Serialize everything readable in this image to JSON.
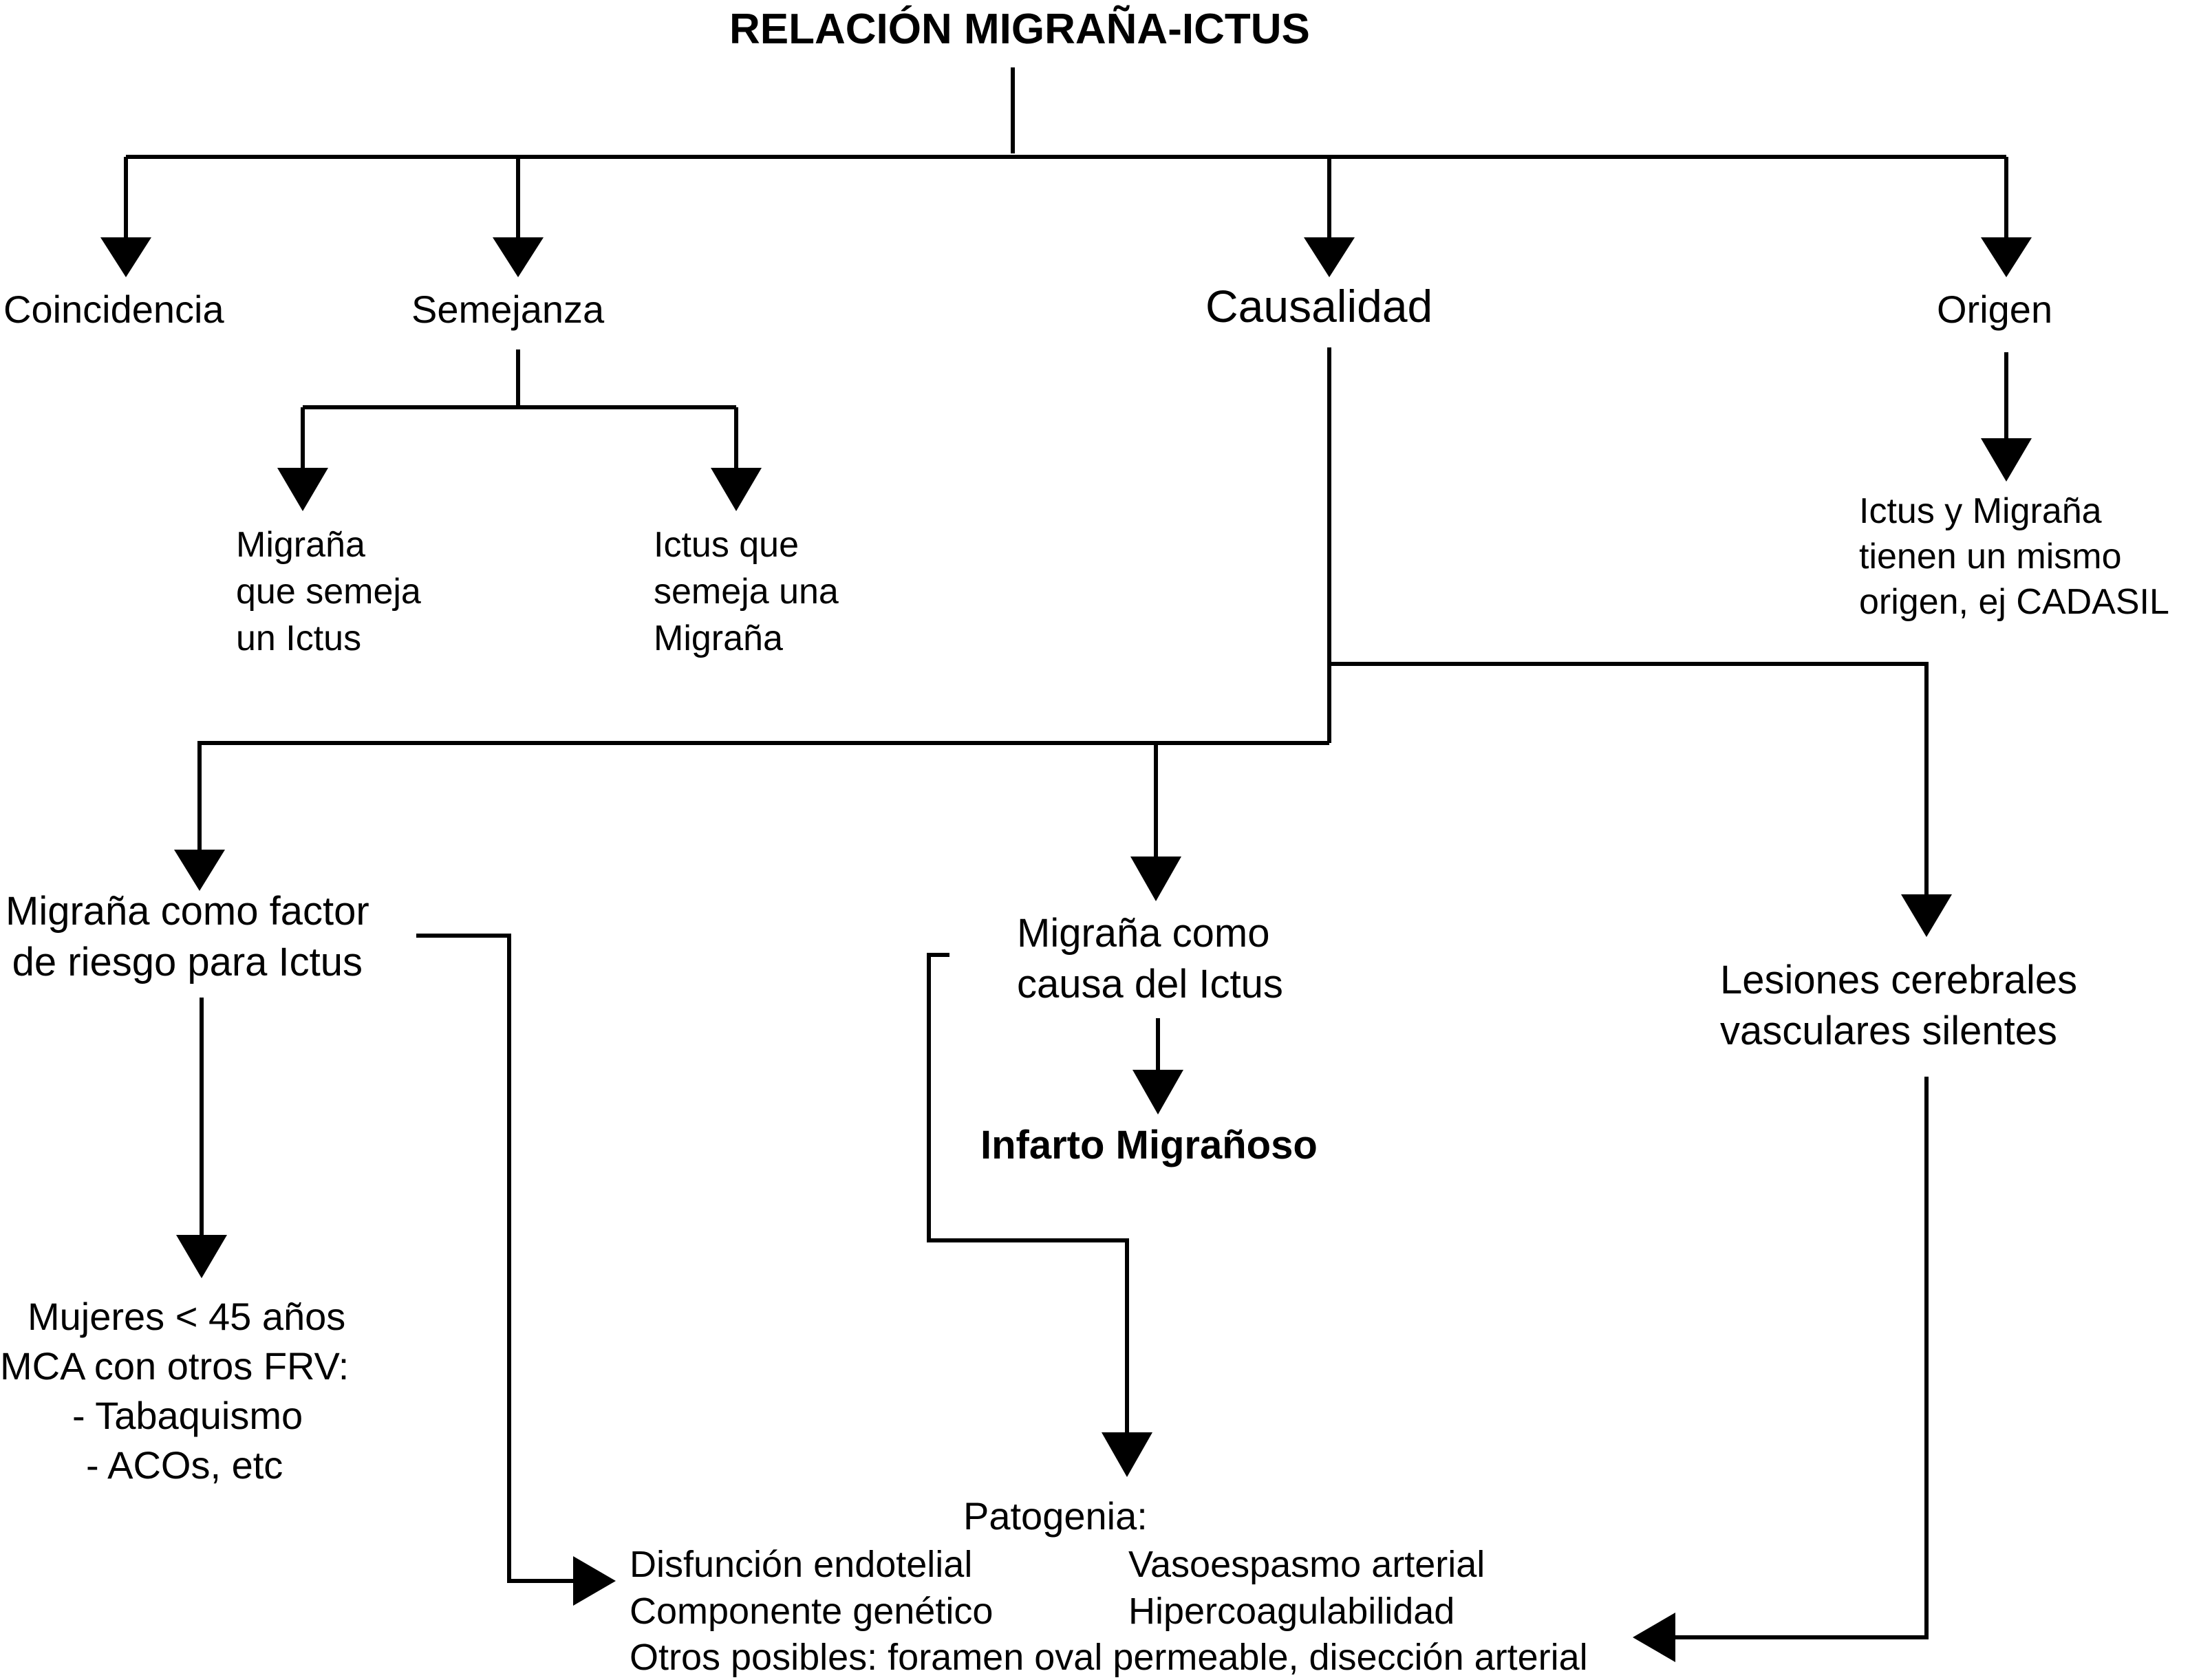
{
  "title": "RELACIÓN MIGRAÑA-ICTUS",
  "level1": {
    "coincidencia": "Coincidencia",
    "semejanza": "Semejanza",
    "causalidad": "Causalidad",
    "origen": "Origen"
  },
  "semejanza_children": {
    "migrana_semeja": [
      "Migraña",
      "que semeja",
      "un Ictus"
    ],
    "ictus_semeja": [
      "Ictus que",
      "semeja una",
      "Migraña"
    ]
  },
  "origen_child": [
    "Ictus y Migraña",
    "tienen un mismo",
    "origen, ej CADASIL"
  ],
  "causalidad_children": {
    "factor_riesgo": [
      "Migraña como factor",
      "de riesgo para Ictus"
    ],
    "causa_ictus": [
      "Migraña como",
      "causa del Ictus"
    ],
    "lesiones": [
      "Lesiones cerebrales",
      "vasculares silentes"
    ]
  },
  "infarto": "Infarto Migrañoso",
  "riesgo_list": [
    "Mujeres < 45 años",
    "MCA con otros FRV:",
    "- Tabaquismo",
    "- ACOs, etc"
  ],
  "patogenia": {
    "heading": "Patogenia:",
    "left_col": [
      "Disfunción endotelial",
      "Componente genético"
    ],
    "right_col": [
      "Vasoespasmo arterial",
      "Hipercoagulabilidad"
    ],
    "bottom": "Otros posibles: foramen oval permeable, disección arterial"
  }
}
